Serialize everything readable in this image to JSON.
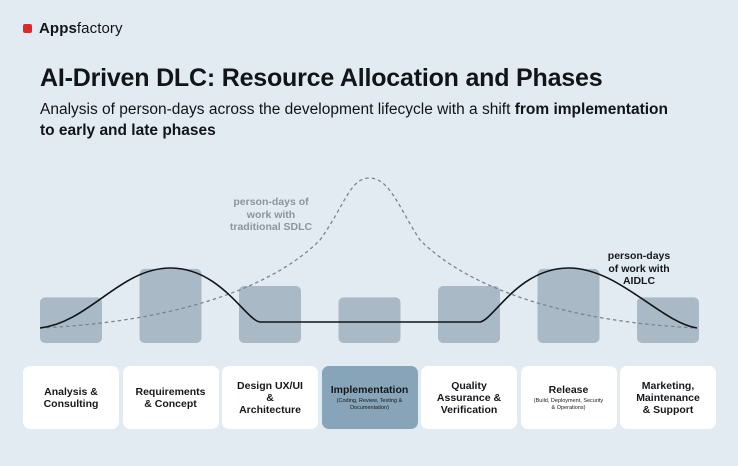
{
  "brand": {
    "name_strong": "Apps",
    "name_light": "factory",
    "accent": "#e1262c"
  },
  "title": "AI-Driven DLC: Resource Allocation and Phases",
  "subtitle": {
    "text": "Analysis of person-days across the development lifecycle with a shift ",
    "emphasis": "from implementation to early and late phases"
  },
  "curves": {
    "traditional_sdlc": {
      "label": "person-days of\nwork with\ntraditional SDLC",
      "style": "dashed",
      "color": "#7c858c"
    },
    "aidlc": {
      "label": "person-days\nof work with\nAIDLC",
      "style": "solid",
      "color": "#111418"
    }
  },
  "phases": [
    {
      "label": "Analysis &\nConsulting",
      "sub": "",
      "active": false,
      "level": 0.8
    },
    {
      "label": "Requirements\n& Concept",
      "sub": "",
      "active": false,
      "level": 1.3
    },
    {
      "label": "Design UX/UI\n&\nArchitecture",
      "sub": "",
      "active": false,
      "level": 1.0
    },
    {
      "label": "Implementation",
      "sub": "(Coding, Review, Testing &\nDocumentation)",
      "active": true,
      "level": 0.8
    },
    {
      "label": "Quality\nAssurance &\nVerification",
      "sub": "",
      "active": false,
      "level": 1.0
    },
    {
      "label": "Release",
      "sub": "(Build, Deployment, Security\n& Operations)",
      "active": false,
      "level": 1.3
    },
    {
      "label": "Marketing,\nMaintenance\n& Support",
      "sub": "",
      "active": false,
      "level": 0.8
    }
  ],
  "colors": {
    "background": "#e2ebf2",
    "bar": "#a9bac6",
    "active_card": "#87a4b9"
  }
}
